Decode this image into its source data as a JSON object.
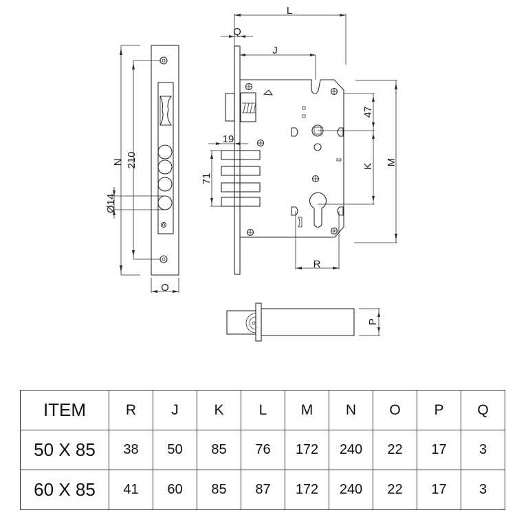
{
  "drawing": {
    "title": "Mortise lock technical drawing",
    "labels": {
      "N": "N",
      "dim_210": "210",
      "dia_14": "Ø14",
      "O": "O",
      "L": "L",
      "Q": "Q",
      "J": "J",
      "dim_47": "47",
      "K": "K",
      "M": "M",
      "dim_19": "19",
      "dim_71": "71",
      "R": "R",
      "P": "P"
    }
  },
  "table": {
    "headers": [
      "ITEM",
      "R",
      "J",
      "K",
      "L",
      "M",
      "N",
      "O",
      "P",
      "Q"
    ],
    "rows": [
      {
        "item": "50 X 85",
        "values": [
          "38",
          "50",
          "85",
          "76",
          "172",
          "240",
          "22",
          "17",
          "3"
        ]
      },
      {
        "item": "60 X 85",
        "values": [
          "41",
          "60",
          "85",
          "87",
          "172",
          "240",
          "22",
          "17",
          "3"
        ]
      }
    ]
  }
}
